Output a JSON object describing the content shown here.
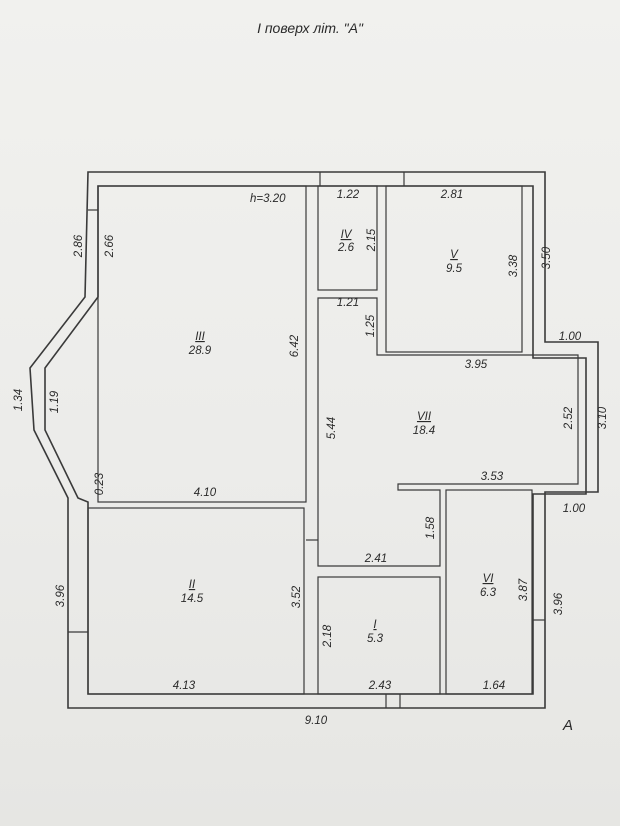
{
  "title": "I поверх літ. \"А\"",
  "ceiling_height": "h=3.20",
  "building_letter": "A",
  "rooms": {
    "III": {
      "label": "III",
      "area": "28.9"
    },
    "II": {
      "label": "II",
      "area": "14.5"
    },
    "IV": {
      "label": "IV",
      "area": "2.6"
    },
    "V": {
      "label": "V",
      "area": "9.5"
    },
    "VII": {
      "label": "VII",
      "area": "18.4"
    },
    "I": {
      "label": "I",
      "area": "5.3"
    },
    "VI": {
      "label": "VI",
      "area": "6.3"
    }
  },
  "dimensions": {
    "d122": "1.22",
    "d281": "2.81",
    "d286": "2.86",
    "d266": "2.66",
    "d215": "2.15",
    "d338": "3.38",
    "d350": "3.50",
    "d121": "1.21",
    "d125": "1.25",
    "d642": "6.42",
    "d100a": "1.00",
    "d134": "1.34",
    "d119": "1.19",
    "d395": "3.95",
    "d544": "5.44",
    "d252": "2.52",
    "d310": "3.10",
    "d023": "0.23",
    "d410": "4.10",
    "d353": "3.53",
    "d100b": "1.00",
    "d158": "1.58",
    "d241": "2.41",
    "d396a": "3.96",
    "d352": "3.52",
    "d218": "2.18",
    "d387": "3.87",
    "d396b": "3.96",
    "d413": "4.13",
    "d243": "2.43",
    "d164": "1.64",
    "d910": "9.10"
  }
}
